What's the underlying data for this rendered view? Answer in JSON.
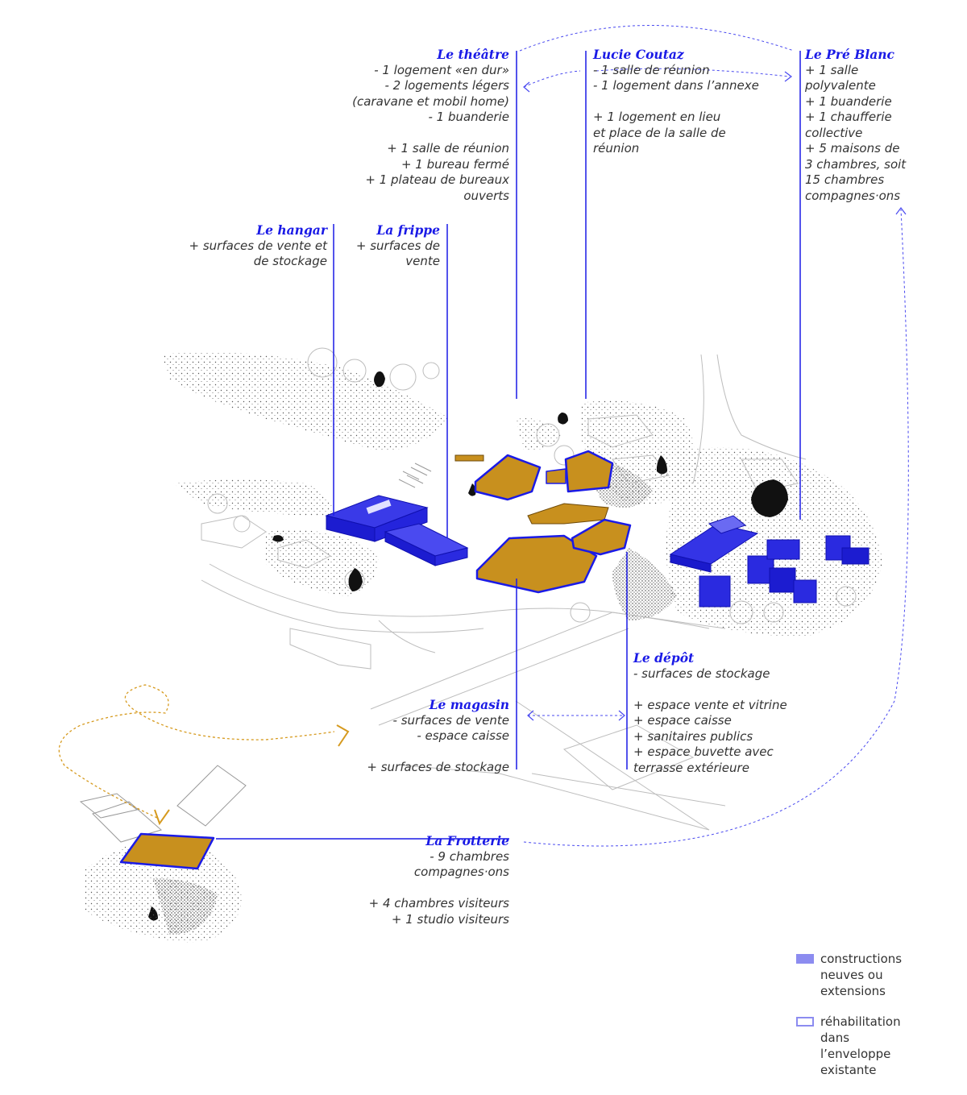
{
  "colors": {
    "blue": "#1a1ae6",
    "ochre": "#c8901e",
    "gold_path": "#d69a1e",
    "legend_fill": "#8c8cf0"
  },
  "labels": {
    "theatre": {
      "title": "Le théâtre",
      "lines": [
        "- 1 logement «en dur»",
        "- 2 logements légers",
        "(caravane et mobil home)",
        "- 1 buanderie",
        "",
        "+ 1 salle de réunion",
        "+ 1 bureau fermé",
        "+ 1 plateau de bureaux",
        "ouverts"
      ]
    },
    "lucie": {
      "title": "Lucie Coutaz",
      "lines": [
        "- 1 salle de réunion",
        "- 1 logement dans l’annexe",
        "",
        "+ 1 logement en lieu",
        "et place de la salle de",
        "réunion"
      ]
    },
    "pre_blanc": {
      "title": "Le Pré Blanc",
      "lines": [
        "+ 1 salle",
        "polyvalente",
        "+ 1 buanderie",
        "+ 1 chaufferie",
        "collective",
        "+ 5 maisons de",
        "3 chambres, soit",
        "15 chambres",
        "compagnes·ons"
      ]
    },
    "hangar": {
      "title": "Le hangar",
      "lines": [
        "+ surfaces de vente et",
        "de stockage"
      ]
    },
    "frippe": {
      "title": "La frippe",
      "lines": [
        "+ surfaces de",
        "vente"
      ]
    },
    "depot": {
      "title": "Le dépôt",
      "lines": [
        "- surfaces de stockage",
        "",
        "+ espace vente et vitrine",
        "+ espace caisse",
        "+ sanitaires publics",
        "+ espace buvette avec",
        "terrasse extérieure"
      ]
    },
    "magasin": {
      "title": "Le magasin",
      "lines": [
        "- surfaces de vente",
        "- espace caisse",
        "",
        "+ surfaces de stockage"
      ]
    },
    "frotterie": {
      "title": "La Frotterie",
      "lines": [
        "- 9 chambres",
        "compagnes·ons",
        "",
        "+ 4 chambres visiteurs",
        "+ 1 studio visiteurs"
      ]
    }
  },
  "legend": {
    "new": {
      "lines": [
        "constructions",
        "neuves ou",
        "extensions"
      ]
    },
    "rehab": {
      "lines": [
        "réhabilitation",
        "dans",
        "l’enveloppe",
        "existante"
      ]
    }
  }
}
